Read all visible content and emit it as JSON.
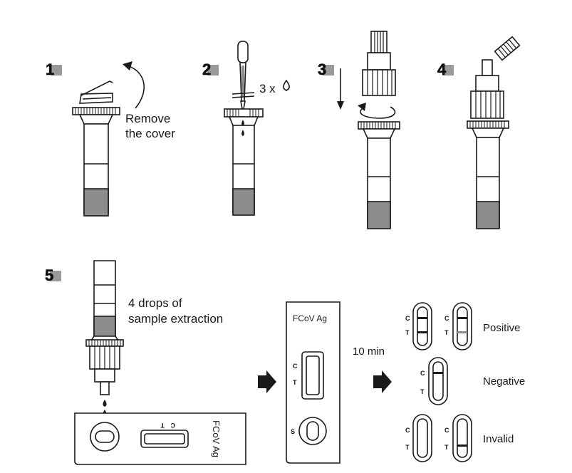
{
  "steps": {
    "s1": {
      "number": "1",
      "caption_line1": "Remove",
      "caption_line2": "the cover"
    },
    "s2": {
      "number": "2",
      "caption": "3 x"
    },
    "s3": {
      "number": "3"
    },
    "s4": {
      "number": "4"
    },
    "s5": {
      "number": "5",
      "caption_line1": "4 drops of",
      "caption_line2": "sample extraction"
    }
  },
  "cassette": {
    "product_label": "FCoV Ag",
    "control_mark": "C",
    "test_mark": "T",
    "sample_mark": "S"
  },
  "timing": {
    "wait": "10 min"
  },
  "results": {
    "positive": "Positive",
    "negative": "Negative",
    "invalid": "Invalid",
    "control_mark": "C",
    "test_mark": "T"
  },
  "colors": {
    "ink": "#1a1a1a",
    "liquid": "#8c8c8c",
    "badge": "#9a9a9a",
    "weak_line": "#8c8c8c"
  }
}
